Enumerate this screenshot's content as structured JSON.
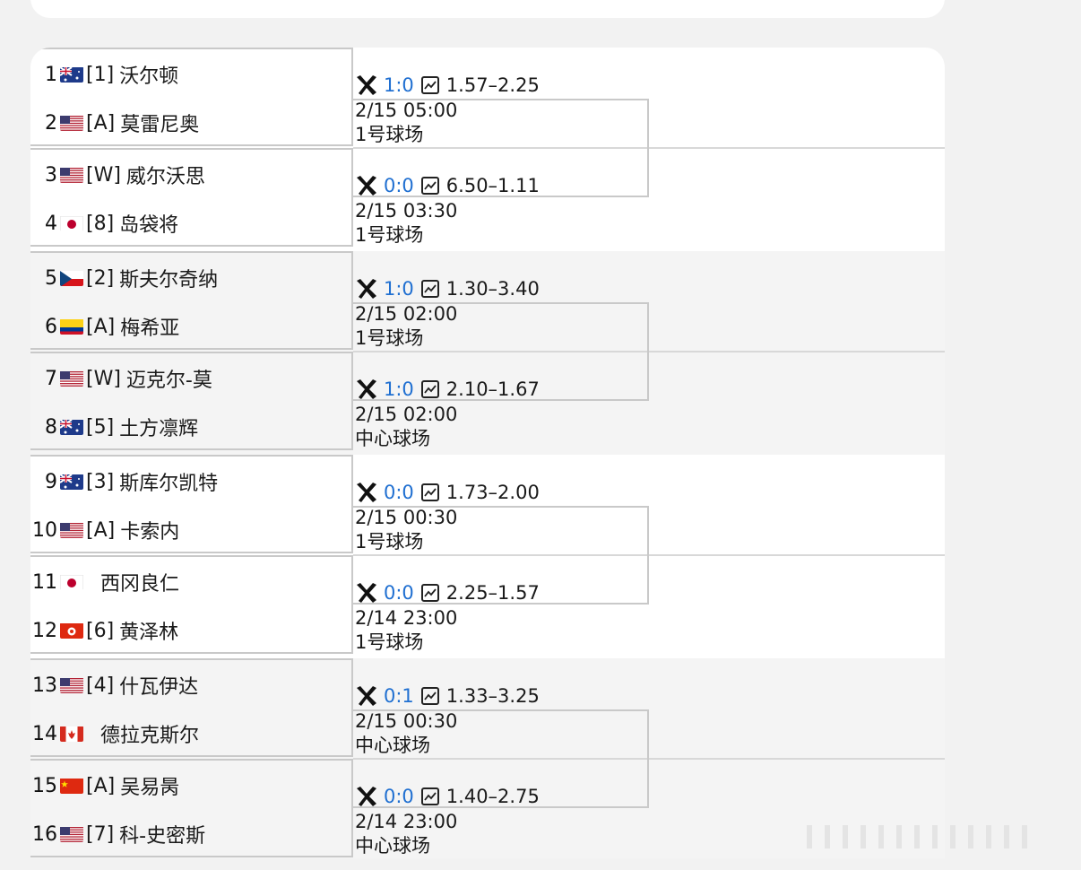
{
  "flags": {
    "AUS": "#1e3a8a",
    "USA": "#b22234",
    "JPN": "#ffffff",
    "CZE": "#11457e",
    "COL": "#fcd116",
    "HKG": "#de2910",
    "CAN": "#d52b1e",
    "CHN": "#de2910"
  },
  "players": [
    {
      "num": "1",
      "flag": "AUS",
      "seed": "[1]",
      "name": "沃尔顿"
    },
    {
      "num": "2",
      "flag": "USA",
      "seed": "[A]",
      "name": "莫雷尼奥"
    },
    {
      "num": "3",
      "flag": "USA",
      "seed": "[W]",
      "name": "威尔沃思"
    },
    {
      "num": "4",
      "flag": "JPN",
      "seed": "[8]",
      "name": "岛袋将"
    },
    {
      "num": "5",
      "flag": "CZE",
      "seed": "[2]",
      "name": "斯夫尔奇纳"
    },
    {
      "num": "6",
      "flag": "COL",
      "seed": "[A]",
      "name": "梅希亚"
    },
    {
      "num": "7",
      "flag": "USA",
      "seed": "[W]",
      "name": "迈克尔-莫"
    },
    {
      "num": "8",
      "flag": "AUS",
      "seed": "[5]",
      "name": "土方凛辉"
    },
    {
      "num": "9",
      "flag": "AUS",
      "seed": "[3]",
      "name": "斯库尔凯特"
    },
    {
      "num": "10",
      "flag": "USA",
      "seed": "[A]",
      "name": "卡索内"
    },
    {
      "num": "11",
      "flag": "JPN",
      "seed": "",
      "name": "西冈良仁"
    },
    {
      "num": "12",
      "flag": "HKG",
      "seed": "[6]",
      "name": "黄泽林"
    },
    {
      "num": "13",
      "flag": "USA",
      "seed": "[4]",
      "name": "什瓦伊达"
    },
    {
      "num": "14",
      "flag": "CAN",
      "seed": "",
      "name": "德拉克斯尔"
    },
    {
      "num": "15",
      "flag": "CHN",
      "seed": "[A]",
      "name": "吴易昺"
    },
    {
      "num": "16",
      "flag": "USA",
      "seed": "[7]",
      "name": "科-史密斯"
    }
  ],
  "matches": [
    {
      "score": "1:0",
      "odds": "1.57–2.25",
      "time": "2/15 05:00",
      "court": "1号球场"
    },
    {
      "score": "0:0",
      "odds": "6.50–1.11",
      "time": "2/15 03:30",
      "court": "1号球场"
    },
    {
      "score": "1:0",
      "odds": "1.30–3.40",
      "time": "2/15 02:00",
      "court": "1号球场"
    },
    {
      "score": "1:0",
      "odds": "2.10–1.67",
      "time": "2/15 02:00",
      "court": "中心球场"
    },
    {
      "score": "0:0",
      "odds": "1.73–2.00",
      "time": "2/15 00:30",
      "court": "1号球场"
    },
    {
      "score": "0:0",
      "odds": "2.25–1.57",
      "time": "2/14 23:00",
      "court": "1号球场"
    },
    {
      "score": "0:1",
      "odds": "1.33–3.25",
      "time": "2/15 00:30",
      "court": "中心球场"
    },
    {
      "score": "0:0",
      "odds": "1.40–2.75",
      "time": "2/14 23:00",
      "court": "中心球场"
    }
  ]
}
